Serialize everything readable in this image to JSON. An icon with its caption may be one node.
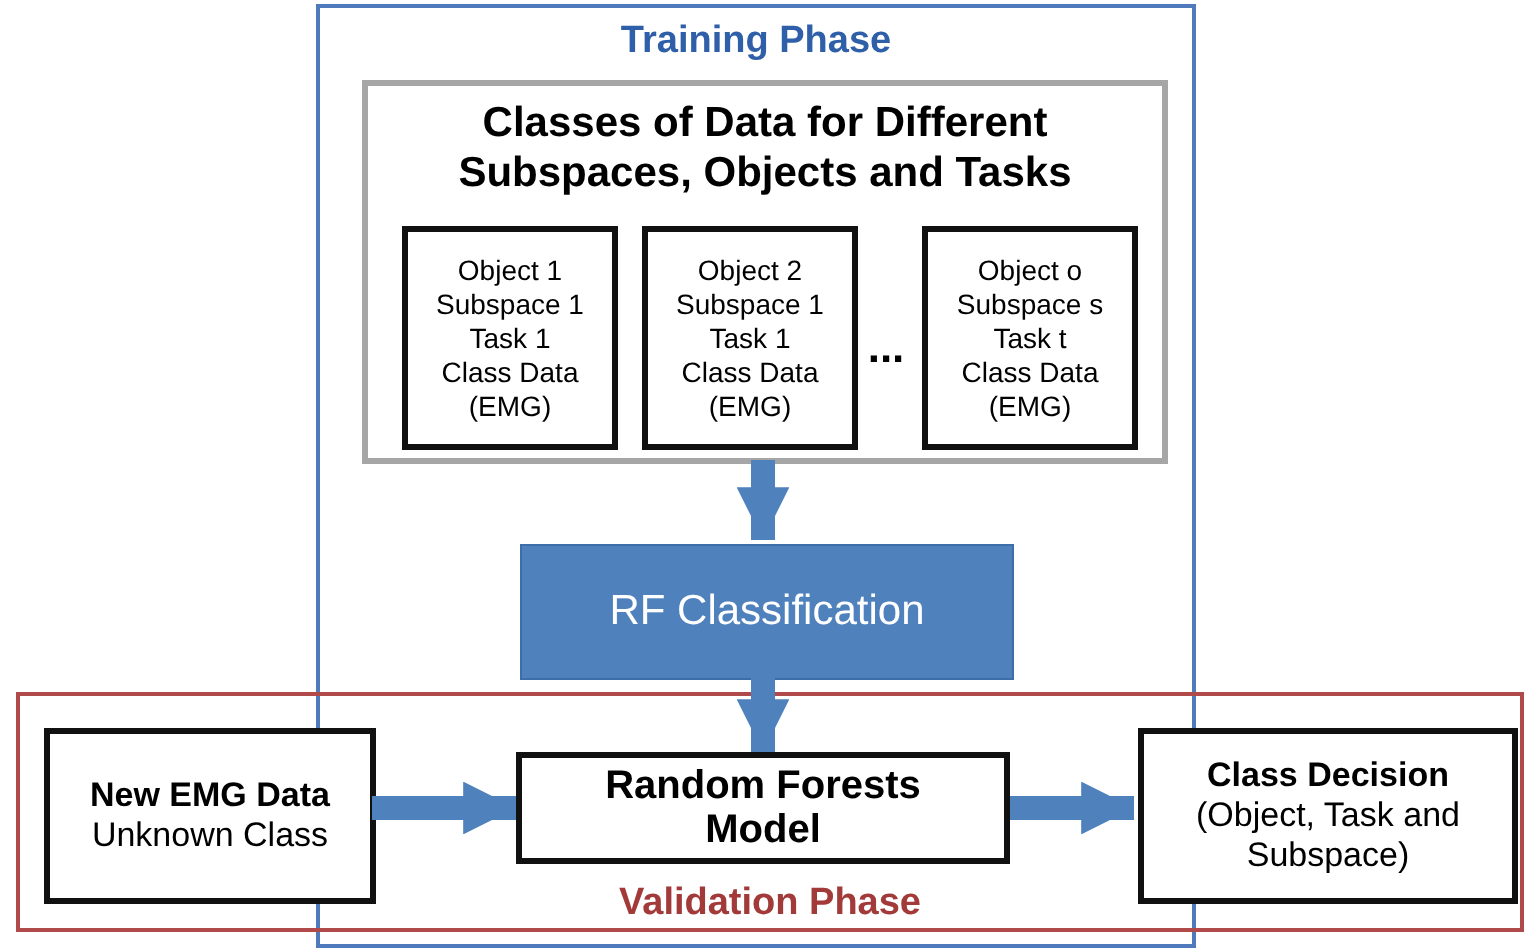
{
  "diagram": {
    "nodes": [
      {
        "text": [
          "Training Phase"
        ]
      },
      {
        "text": [
          "Validation Phase"
        ]
      },
      {
        "text": [
          "Classes of Data for Different Subspaces, Objects and Tasks"
        ],
        "in": 0
      },
      {
        "text": [
          "Object 1",
          "Subspace 1",
          "Task 1",
          "Class Data (EMG)"
        ],
        "in": 2
      },
      {
        "text": [
          "Object 2",
          "Subspace 1",
          "Task 1",
          "Class Data (EMG)"
        ],
        "in": 2
      },
      {
        "text": [
          "Object o",
          "Subspace s",
          "Task t",
          "Class Data (EMG)"
        ],
        "in": 2
      },
      {
        "text": [
          "RF Classification"
        ],
        "in": 0
      },
      {
        "text": [
          "New EMG Data",
          "Unknown Class"
        ],
        "in": 1
      },
      {
        "text": [
          "Random Forests Model"
        ]
      },
      {
        "text": [
          "Class Decision",
          "(Object, Task and Subspace)"
        ],
        "in": 1
      }
    ],
    "edges": [
      {
        "from": 2,
        "to": 6,
        "arrow": "to"
      },
      {
        "from": 6,
        "to": 8,
        "arrow": "to"
      },
      {
        "from": 7,
        "to": 8,
        "arrow": "to"
      },
      {
        "from": 8,
        "to": 9,
        "arrow": "to"
      }
    ],
    "labels": [
      "..."
    ]
  }
}
